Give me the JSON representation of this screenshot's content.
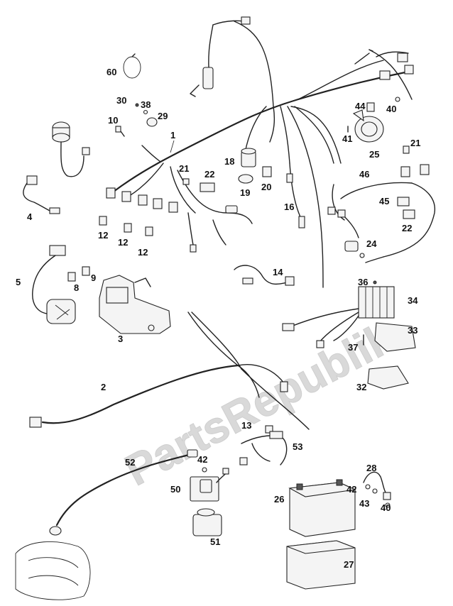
{
  "watermark": "PartsRepublik",
  "callouts": [
    {
      "id": "c1",
      "text": "1"
    },
    {
      "id": "c2",
      "text": "2"
    },
    {
      "id": "c3",
      "text": "3"
    },
    {
      "id": "c4",
      "text": "4"
    },
    {
      "id": "c5",
      "text": "5"
    },
    {
      "id": "c8",
      "text": "8"
    },
    {
      "id": "c9",
      "text": "9"
    },
    {
      "id": "c10",
      "text": "10"
    },
    {
      "id": "c12a",
      "text": "12"
    },
    {
      "id": "c12b",
      "text": "12"
    },
    {
      "id": "c12c",
      "text": "12"
    },
    {
      "id": "c13",
      "text": "13"
    },
    {
      "id": "c14",
      "text": "14"
    },
    {
      "id": "c16",
      "text": "16"
    },
    {
      "id": "c18",
      "text": "18"
    },
    {
      "id": "c19",
      "text": "19"
    },
    {
      "id": "c20",
      "text": "20"
    },
    {
      "id": "c21a",
      "text": "21"
    },
    {
      "id": "c21b",
      "text": "21"
    },
    {
      "id": "c22a",
      "text": "22"
    },
    {
      "id": "c22b",
      "text": "22"
    },
    {
      "id": "c24",
      "text": "24"
    },
    {
      "id": "c25",
      "text": "25"
    },
    {
      "id": "c26",
      "text": "26"
    },
    {
      "id": "c27",
      "text": "27"
    },
    {
      "id": "c28",
      "text": "28"
    },
    {
      "id": "c29",
      "text": "29"
    },
    {
      "id": "c30",
      "text": "30"
    },
    {
      "id": "c32",
      "text": "32"
    },
    {
      "id": "c33",
      "text": "33"
    },
    {
      "id": "c34",
      "text": "34"
    },
    {
      "id": "c36",
      "text": "36"
    },
    {
      "id": "c37",
      "text": "37"
    },
    {
      "id": "c38",
      "text": "38"
    },
    {
      "id": "c40a",
      "text": "40"
    },
    {
      "id": "c40b",
      "text": "40"
    },
    {
      "id": "c41",
      "text": "41"
    },
    {
      "id": "c42a",
      "text": "42"
    },
    {
      "id": "c42b",
      "text": "42"
    },
    {
      "id": "c43",
      "text": "43"
    },
    {
      "id": "c44",
      "text": "44"
    },
    {
      "id": "c45",
      "text": "45"
    },
    {
      "id": "c46",
      "text": "46"
    },
    {
      "id": "c50",
      "text": "50"
    },
    {
      "id": "c51",
      "text": "51"
    },
    {
      "id": "c52",
      "text": "52"
    },
    {
      "id": "c53",
      "text": "53"
    },
    {
      "id": "c60",
      "text": "60"
    }
  ]
}
